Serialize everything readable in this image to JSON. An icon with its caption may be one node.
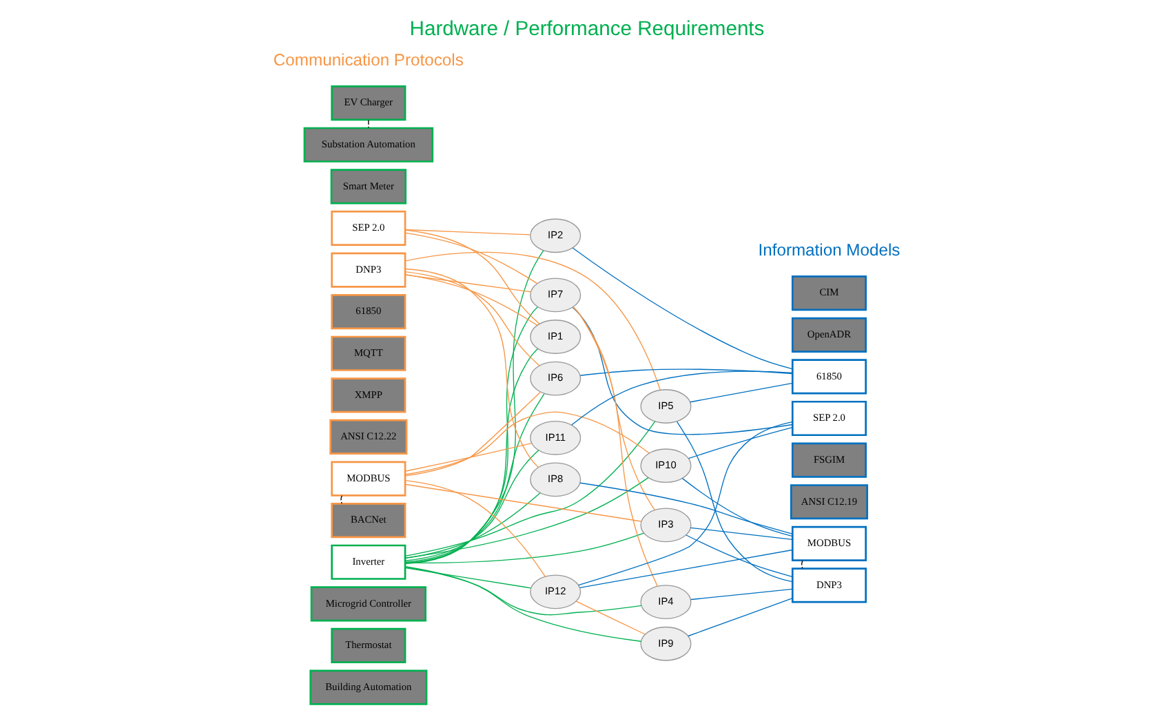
{
  "diagram": {
    "title": "Hardware / Performance Requirements",
    "nodes": [
      {
        "text": [
          "Building Automation"
        ]
      },
      {
        "text": [
          "Thermostat"
        ]
      },
      {
        "text": [
          "Microgrid Controller"
        ]
      },
      {
        "text": [
          "Inverter"
        ]
      },
      {
        "text": [
          "Smart Meter"
        ]
      },
      {
        "text": [
          "EV Charger"
        ]
      },
      {
        "text": [
          "Substation Automation"
        ]
      },
      {
        "text": [
          "SEP 2.0"
        ]
      },
      {
        "text": [
          "DNP3"
        ]
      },
      {
        "text": [
          "61850"
        ]
      },
      {
        "text": [
          "MQTT"
        ]
      },
      {
        "text": [
          "XMPP"
        ]
      },
      {
        "text": [
          "ANSI C12.22"
        ]
      },
      {
        "text": [
          "MODBUS"
        ]
      },
      {
        "text": [
          "BACNet"
        ]
      },
      {
        "text": [
          "CIM"
        ]
      },
      {
        "text": [
          "OpenADR"
        ]
      },
      {
        "text": [
          "61850"
        ]
      },
      {
        "text": [
          "SEP 2.0"
        ]
      },
      {
        "text": [
          "FSGIM"
        ]
      },
      {
        "text": [
          "ANSI C12.19"
        ]
      },
      {
        "text": [
          "MODBUS"
        ]
      },
      {
        "text": [
          "DNP3"
        ]
      },
      {
        "text": [
          "IP1"
        ]
      },
      {
        "text": [
          "IP2"
        ]
      },
      {
        "text": [
          "IP3"
        ]
      },
      {
        "text": [
          "IP4"
        ]
      },
      {
        "text": [
          "IP5"
        ]
      },
      {
        "text": [
          "IP6"
        ]
      },
      {
        "text": [
          "IP7"
        ]
      },
      {
        "text": [
          "IP8"
        ]
      },
      {
        "text": [
          "IP9"
        ]
      },
      {
        "text": [
          "IP10"
        ]
      },
      {
        "text": [
          "IP11"
        ]
      },
      {
        "text": [
          "IP12"
        ]
      }
    ],
    "edges": [
      {
        "from": 5,
        "to": 6,
        "arrow": "none",
        "style": "dashed",
        "color": "#000000"
      },
      {
        "from": 13,
        "to": 14,
        "arrow": "none",
        "style": "dashed",
        "color": "#000000"
      },
      {
        "from": 21,
        "to": 22,
        "arrow": "none",
        "style": "dashed",
        "color": "#000000"
      },
      {
        "from": 3,
        "to": 29,
        "arrow": "none",
        "color": "#00b050"
      },
      {
        "from": 3,
        "to": 30,
        "arrow": "none",
        "color": "#00b050"
      },
      {
        "from": 3,
        "to": 26,
        "arrow": "none",
        "color": "#00b050"
      },
      {
        "from": 3,
        "to": 28,
        "arrow": "none",
        "color": "#00b050"
      },
      {
        "from": 3,
        "to": 23,
        "arrow": "none",
        "color": "#00b050"
      },
      {
        "from": 3,
        "to": 25,
        "arrow": "none",
        "color": "#00b050"
      },
      {
        "from": 3,
        "to": 33,
        "arrow": "none",
        "color": "#00b050"
      },
      {
        "from": 3,
        "to": 24,
        "arrow": "none",
        "color": "#00b050"
      },
      {
        "from": 3,
        "to": 34,
        "arrow": "none",
        "color": "#00b050"
      },
      {
        "from": 3,
        "to": 32,
        "arrow": "none",
        "color": "#00b050"
      },
      {
        "from": 3,
        "to": 27,
        "arrow": "none",
        "color": "#00b050"
      },
      {
        "from": 3,
        "to": 31,
        "arrow": "none",
        "color": "#00b050"
      },
      {
        "from": 7,
        "to": 29,
        "arrow": "none",
        "color": "#f79646"
      },
      {
        "from": 7,
        "to": 24,
        "arrow": "none",
        "color": "#f79646"
      },
      {
        "from": 7,
        "to": 23,
        "arrow": "none",
        "color": "#f79646"
      },
      {
        "from": 8,
        "to": 30,
        "arrow": "none",
        "color": "#f79646"
      },
      {
        "from": 8,
        "to": 29,
        "arrow": "none",
        "color": "#f79646"
      },
      {
        "from": 8,
        "to": 23,
        "arrow": "none",
        "color": "#f79646"
      },
      {
        "from": 8,
        "to": 27,
        "arrow": "none",
        "color": "#f79646"
      },
      {
        "from": 8,
        "to": 28,
        "arrow": "none",
        "color": "#f79646"
      },
      {
        "from": 29,
        "to": 26,
        "arrow": "none",
        "color": "#f79646"
      },
      {
        "from": 29,
        "to": 25,
        "arrow": "none",
        "color": "#f79646"
      },
      {
        "from": 13,
        "to": 28,
        "arrow": "none",
        "color": "#f79646"
      },
      {
        "from": 13,
        "to": 34,
        "arrow": "none",
        "color": "#f79646"
      },
      {
        "from": 13,
        "to": 25,
        "arrow": "none",
        "color": "#f79646"
      },
      {
        "from": 13,
        "to": 32,
        "arrow": "none",
        "color": "#f79646"
      },
      {
        "from": 13,
        "to": 33,
        "arrow": "none",
        "color": "#f79646"
      },
      {
        "from": 34,
        "to": 31,
        "arrow": "none",
        "color": "#f79646"
      },
      {
        "from": 29,
        "to": 18,
        "arrow": "none",
        "color": "#0070c0"
      },
      {
        "from": 30,
        "to": 21,
        "arrow": "none",
        "color": "#0070c0"
      },
      {
        "from": 24,
        "to": 17,
        "arrow": "none",
        "color": "#0070c0"
      },
      {
        "from": 27,
        "to": 17,
        "arrow": "none",
        "color": "#0070c0"
      },
      {
        "from": 27,
        "to": 22,
        "arrow": "none",
        "color": "#0070c0"
      },
      {
        "from": 31,
        "to": 22,
        "arrow": "none",
        "color": "#0070c0"
      },
      {
        "from": 34,
        "to": 18,
        "arrow": "none",
        "color": "#0070c0"
      },
      {
        "from": 34,
        "to": 21,
        "arrow": "none",
        "color": "#0070c0"
      },
      {
        "from": 26,
        "to": 22,
        "arrow": "none",
        "color": "#0070c0"
      },
      {
        "from": 28,
        "to": 17,
        "arrow": "none",
        "color": "#0070c0"
      },
      {
        "from": 25,
        "to": 21,
        "arrow": "none",
        "color": "#0070c0"
      },
      {
        "from": 25,
        "to": 22,
        "arrow": "none",
        "color": "#0070c0"
      },
      {
        "from": 32,
        "to": 18,
        "arrow": "none",
        "color": "#0070c0"
      },
      {
        "from": 32,
        "to": 21,
        "arrow": "none",
        "color": "#0070c0"
      },
      {
        "from": 33,
        "to": 17,
        "arrow": "none",
        "color": "#0070c0"
      }
    ],
    "labels": [
      "Communication Protocols",
      "Information Models"
    ]
  }
}
